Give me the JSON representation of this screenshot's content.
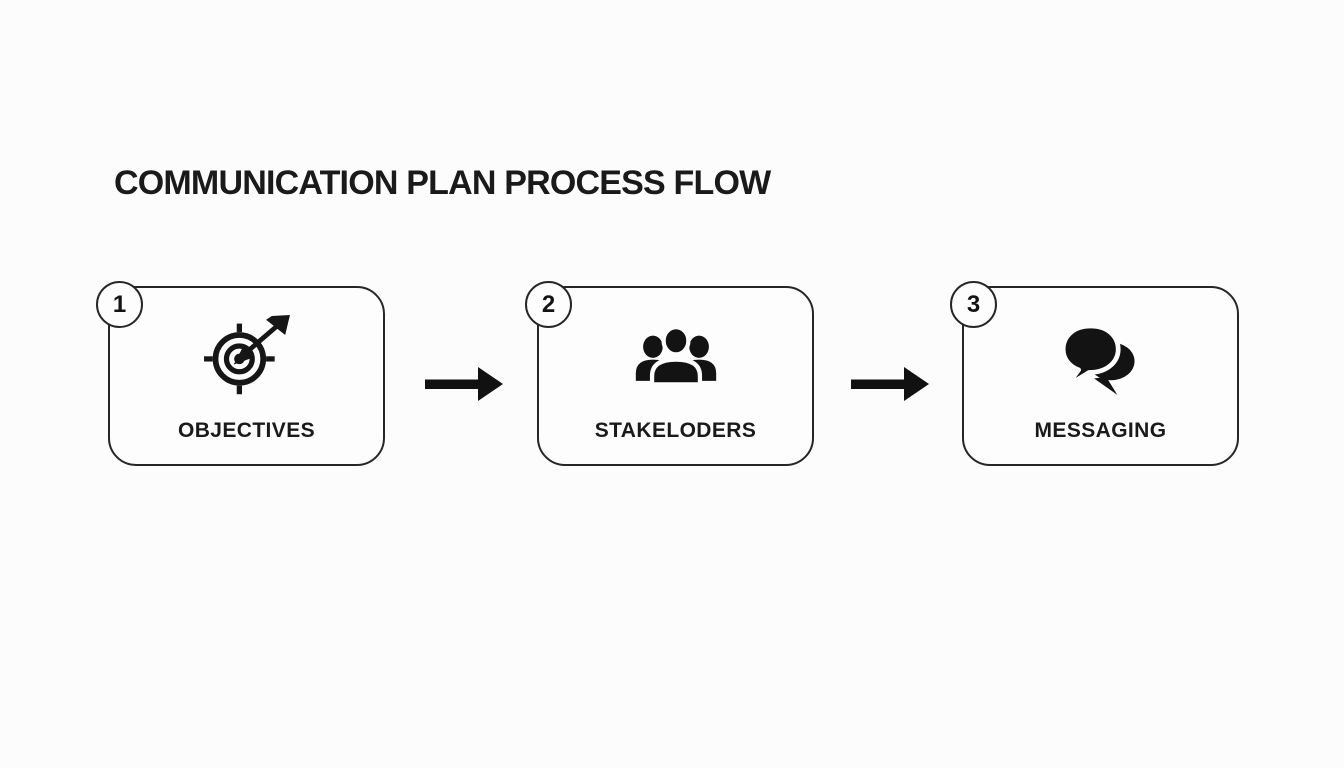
{
  "title": "COMMUNICATION PLAN PROCESS FLOW",
  "flow": {
    "steps": [
      {
        "number": "1",
        "label": "OBJECTIVES",
        "icon": "target-arrow-icon"
      },
      {
        "number": "2",
        "label": "STAKELODERS",
        "icon": "people-group-icon"
      },
      {
        "number": "3",
        "label": "MESSAGING",
        "icon": "speech-bubbles-icon"
      }
    ],
    "connectors": [
      "arrow-right",
      "arrow-right"
    ]
  },
  "colors": {
    "ink": "#161616",
    "box_border": "#262626",
    "box_fill": "#fdfdfd",
    "background": "#fcfcfc"
  }
}
